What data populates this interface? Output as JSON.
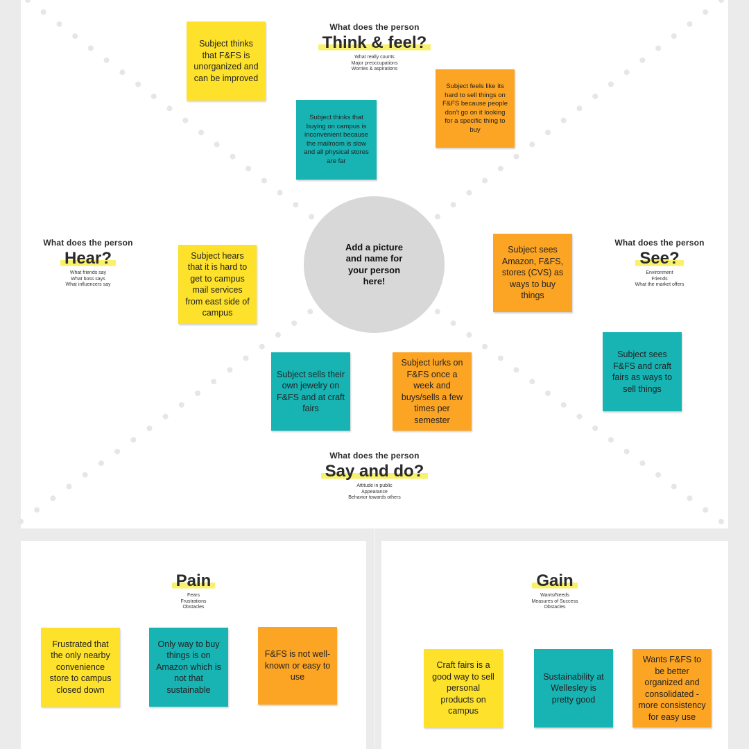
{
  "colors": {
    "yellow": "#fde12b",
    "teal": "#18b3b3",
    "orange": "#fca424",
    "circle": "#d8d8d8",
    "highlight": "#f9f06b"
  },
  "center": {
    "text": "Add a picture and name for your person here!"
  },
  "think_feel": {
    "question": "What does the person",
    "title": "Think & feel?",
    "subs": [
      "What really counts",
      "Major preoccupations",
      "Worries & aspirations"
    ]
  },
  "hear": {
    "question": "What does the person",
    "title": "Hear?",
    "subs": [
      "What friends say",
      "What boss says",
      "What influencers say"
    ]
  },
  "see": {
    "question": "What does the person",
    "title": "See?",
    "subs": [
      "Environment",
      "Friends",
      "What the market offers"
    ]
  },
  "say_do": {
    "question": "What does the person",
    "title": "Say and do?",
    "subs": [
      "Attitude in public",
      "Appearance",
      "Behavior towards others"
    ]
  },
  "pain": {
    "title": "Pain",
    "subs": [
      "Fears",
      "Frustrations",
      "Obstacles"
    ]
  },
  "gain": {
    "title": "Gain",
    "subs": [
      "Wants/Needs",
      "Measures of Success",
      "Obstacles"
    ]
  },
  "notes": {
    "tf1": "Subject thinks that F&FS is unorganized and can be improved",
    "tf2": "Subject thinks that buying on campus is inconvenient because the mailroom is slow and all physical stores are far",
    "tf3": "Subject feels like its hard to sell things on F&FS because people don't go on it looking for a specific thing to buy",
    "hear1": "Subject hears that it is hard to get to campus mail services from east side of campus",
    "see1": "Subject sees Amazon, F&FS, stores (CVS) as ways to buy things",
    "see2": "Subject sees F&FS and craft fairs as ways to sell things",
    "say1": "Subject sells their own jewelry on F&FS and at craft fairs",
    "say2": "Subject lurks on F&FS once a week and buys/sells a few times per semester",
    "pain1": "Frustrated that the only nearby convenience store to campus closed down",
    "pain2": "Only way to buy things is on Amazon which is not that sustainable",
    "pain3": "F&FS is not well-known or easy to use",
    "gain1": "Craft fairs is a good way to sell personal products on campus",
    "gain2": "Sustainability at Wellesley is pretty good",
    "gain3": "Wants F&FS to be better organized and consolidated - more consistency for easy use"
  }
}
